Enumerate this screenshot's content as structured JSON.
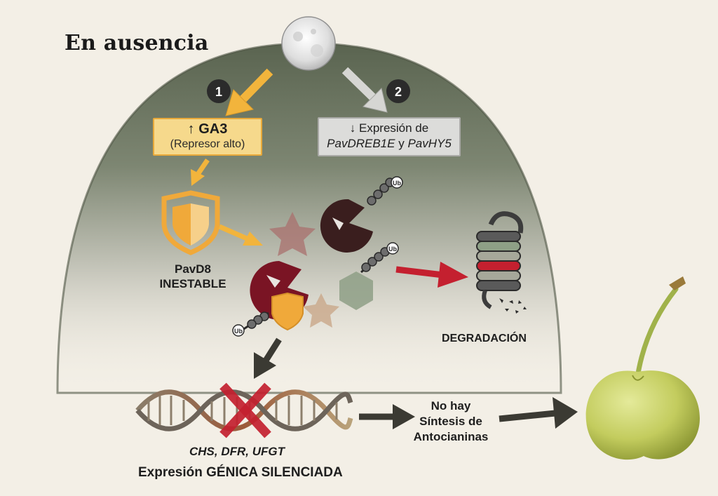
{
  "title": "En ausencia",
  "steps": [
    {
      "number": "1",
      "box_line1": "↑ GA3",
      "box_line2": "(Represor alto)"
    },
    {
      "number": "2",
      "box_line1": "↓ Expresión de",
      "box_line2_gene1": "PavDREB1E",
      "box_line2_conj": "y",
      "box_line2_gene2": "PavHY5"
    }
  ],
  "pavd8": {
    "line1": "PavD8",
    "line2": "INESTABLE"
  },
  "ubiquitin_label": "Ub",
  "degradation_label": "DEGRADACIÓN",
  "genes_label": "CHS, DFR, UFGT",
  "silenced_label": "Expresión GÉNICA SILENCIADA",
  "outcome": {
    "line1": "No hay",
    "line2": "Síntesis de",
    "line3": "Antocianinas"
  },
  "colors": {
    "background": "#f3efe6",
    "dome_top": "#55604a",
    "accent_orange": "#f0a93a",
    "box_yellow": "#f6d98c",
    "dark_red": "#7a1424",
    "red_arrow": "#c4202f",
    "cherry_green": "#c7d06a"
  },
  "icons": [
    "moon-icon",
    "shield-icon",
    "star-icon",
    "pacman-receptor-icon",
    "hexagon-icon",
    "proteasome-icon",
    "dna-icon",
    "cross-icon",
    "cherry-icon"
  ]
}
